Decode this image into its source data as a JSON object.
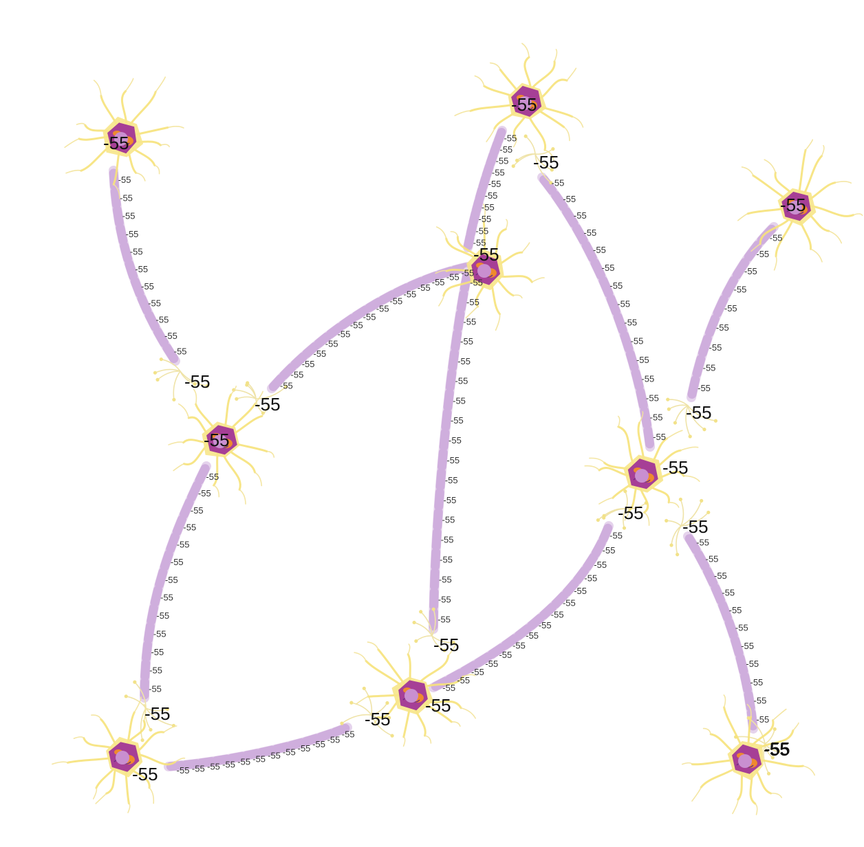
{
  "diagram": {
    "potential_label": "-55",
    "colors": {
      "dendrite": "#f6e27a",
      "soma": "#a63f96",
      "nucleus": "#c98fd0",
      "organelle": "#ee8a2e",
      "myelin": "#cfaedd"
    },
    "neurons": [
      {
        "id": "n1",
        "label": "-55"
      },
      {
        "id": "n2",
        "label": "-55"
      },
      {
        "id": "n3",
        "label": "-55"
      },
      {
        "id": "n4",
        "label": "-55"
      },
      {
        "id": "n5",
        "label": "-55"
      },
      {
        "id": "n6",
        "label": "-55"
      },
      {
        "id": "n7",
        "label": "-55"
      },
      {
        "id": "n8",
        "label": "-55"
      },
      {
        "id": "n9",
        "label": "-55"
      }
    ],
    "terminals": [
      {
        "id": "t1",
        "label": "-55"
      },
      {
        "id": "t2",
        "label": "-55"
      },
      {
        "id": "t3",
        "label": "-55"
      },
      {
        "id": "t4",
        "label": "-55"
      },
      {
        "id": "t5",
        "label": "-55"
      },
      {
        "id": "t6",
        "label": "-55"
      },
      {
        "id": "t7",
        "label": "-55"
      },
      {
        "id": "t8",
        "label": "-55"
      },
      {
        "id": "t9",
        "label": "-55"
      },
      {
        "id": "t10",
        "label": "-55"
      }
    ],
    "axons": [
      {
        "id": "a1",
        "segment_label": "-55",
        "segments": 11
      },
      {
        "id": "a2",
        "segment_label": "-55",
        "segments": 13
      },
      {
        "id": "a3",
        "segment_label": "-55",
        "segments": 12
      },
      {
        "id": "a4",
        "segment_label": "-55",
        "segments": 15
      },
      {
        "id": "a5",
        "segment_label": "-55",
        "segments": 10
      },
      {
        "id": "a6",
        "segment_label": "-55",
        "segments": 18
      },
      {
        "id": "a7",
        "segment_label": "-55",
        "segments": 15
      },
      {
        "id": "a8",
        "segment_label": "-55",
        "segments": 15
      },
      {
        "id": "a9",
        "segment_label": "-55",
        "segments": 9
      },
      {
        "id": "a10",
        "segment_label": "-55",
        "segments": 11
      }
    ]
  }
}
